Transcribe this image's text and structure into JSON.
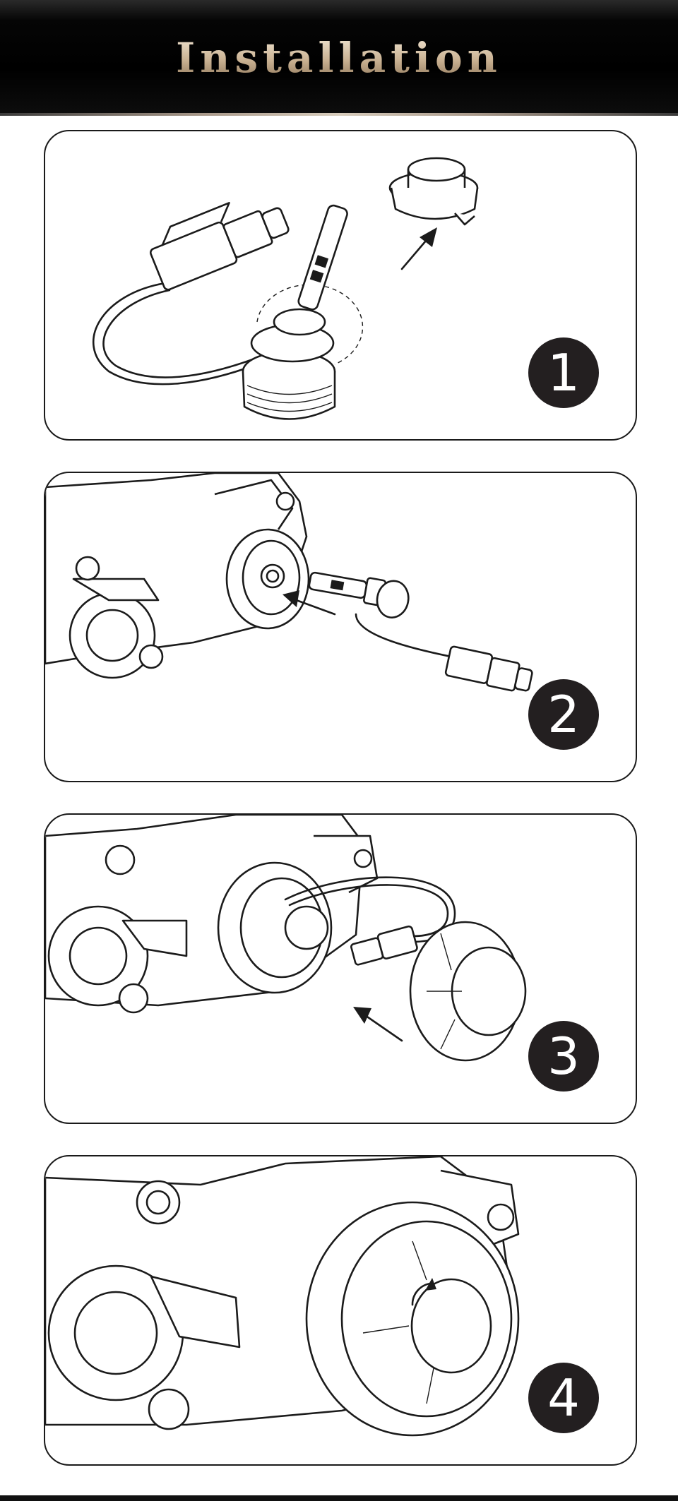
{
  "header": {
    "title": "Installation"
  },
  "steps": [
    {
      "number": "1",
      "icon": "bulb-removal-diagram-icon"
    },
    {
      "number": "2",
      "icon": "bulb-insert-diagram-icon"
    },
    {
      "number": "3",
      "icon": "connect-wire-diagram-icon"
    },
    {
      "number": "4",
      "icon": "cap-close-diagram-icon"
    }
  ]
}
